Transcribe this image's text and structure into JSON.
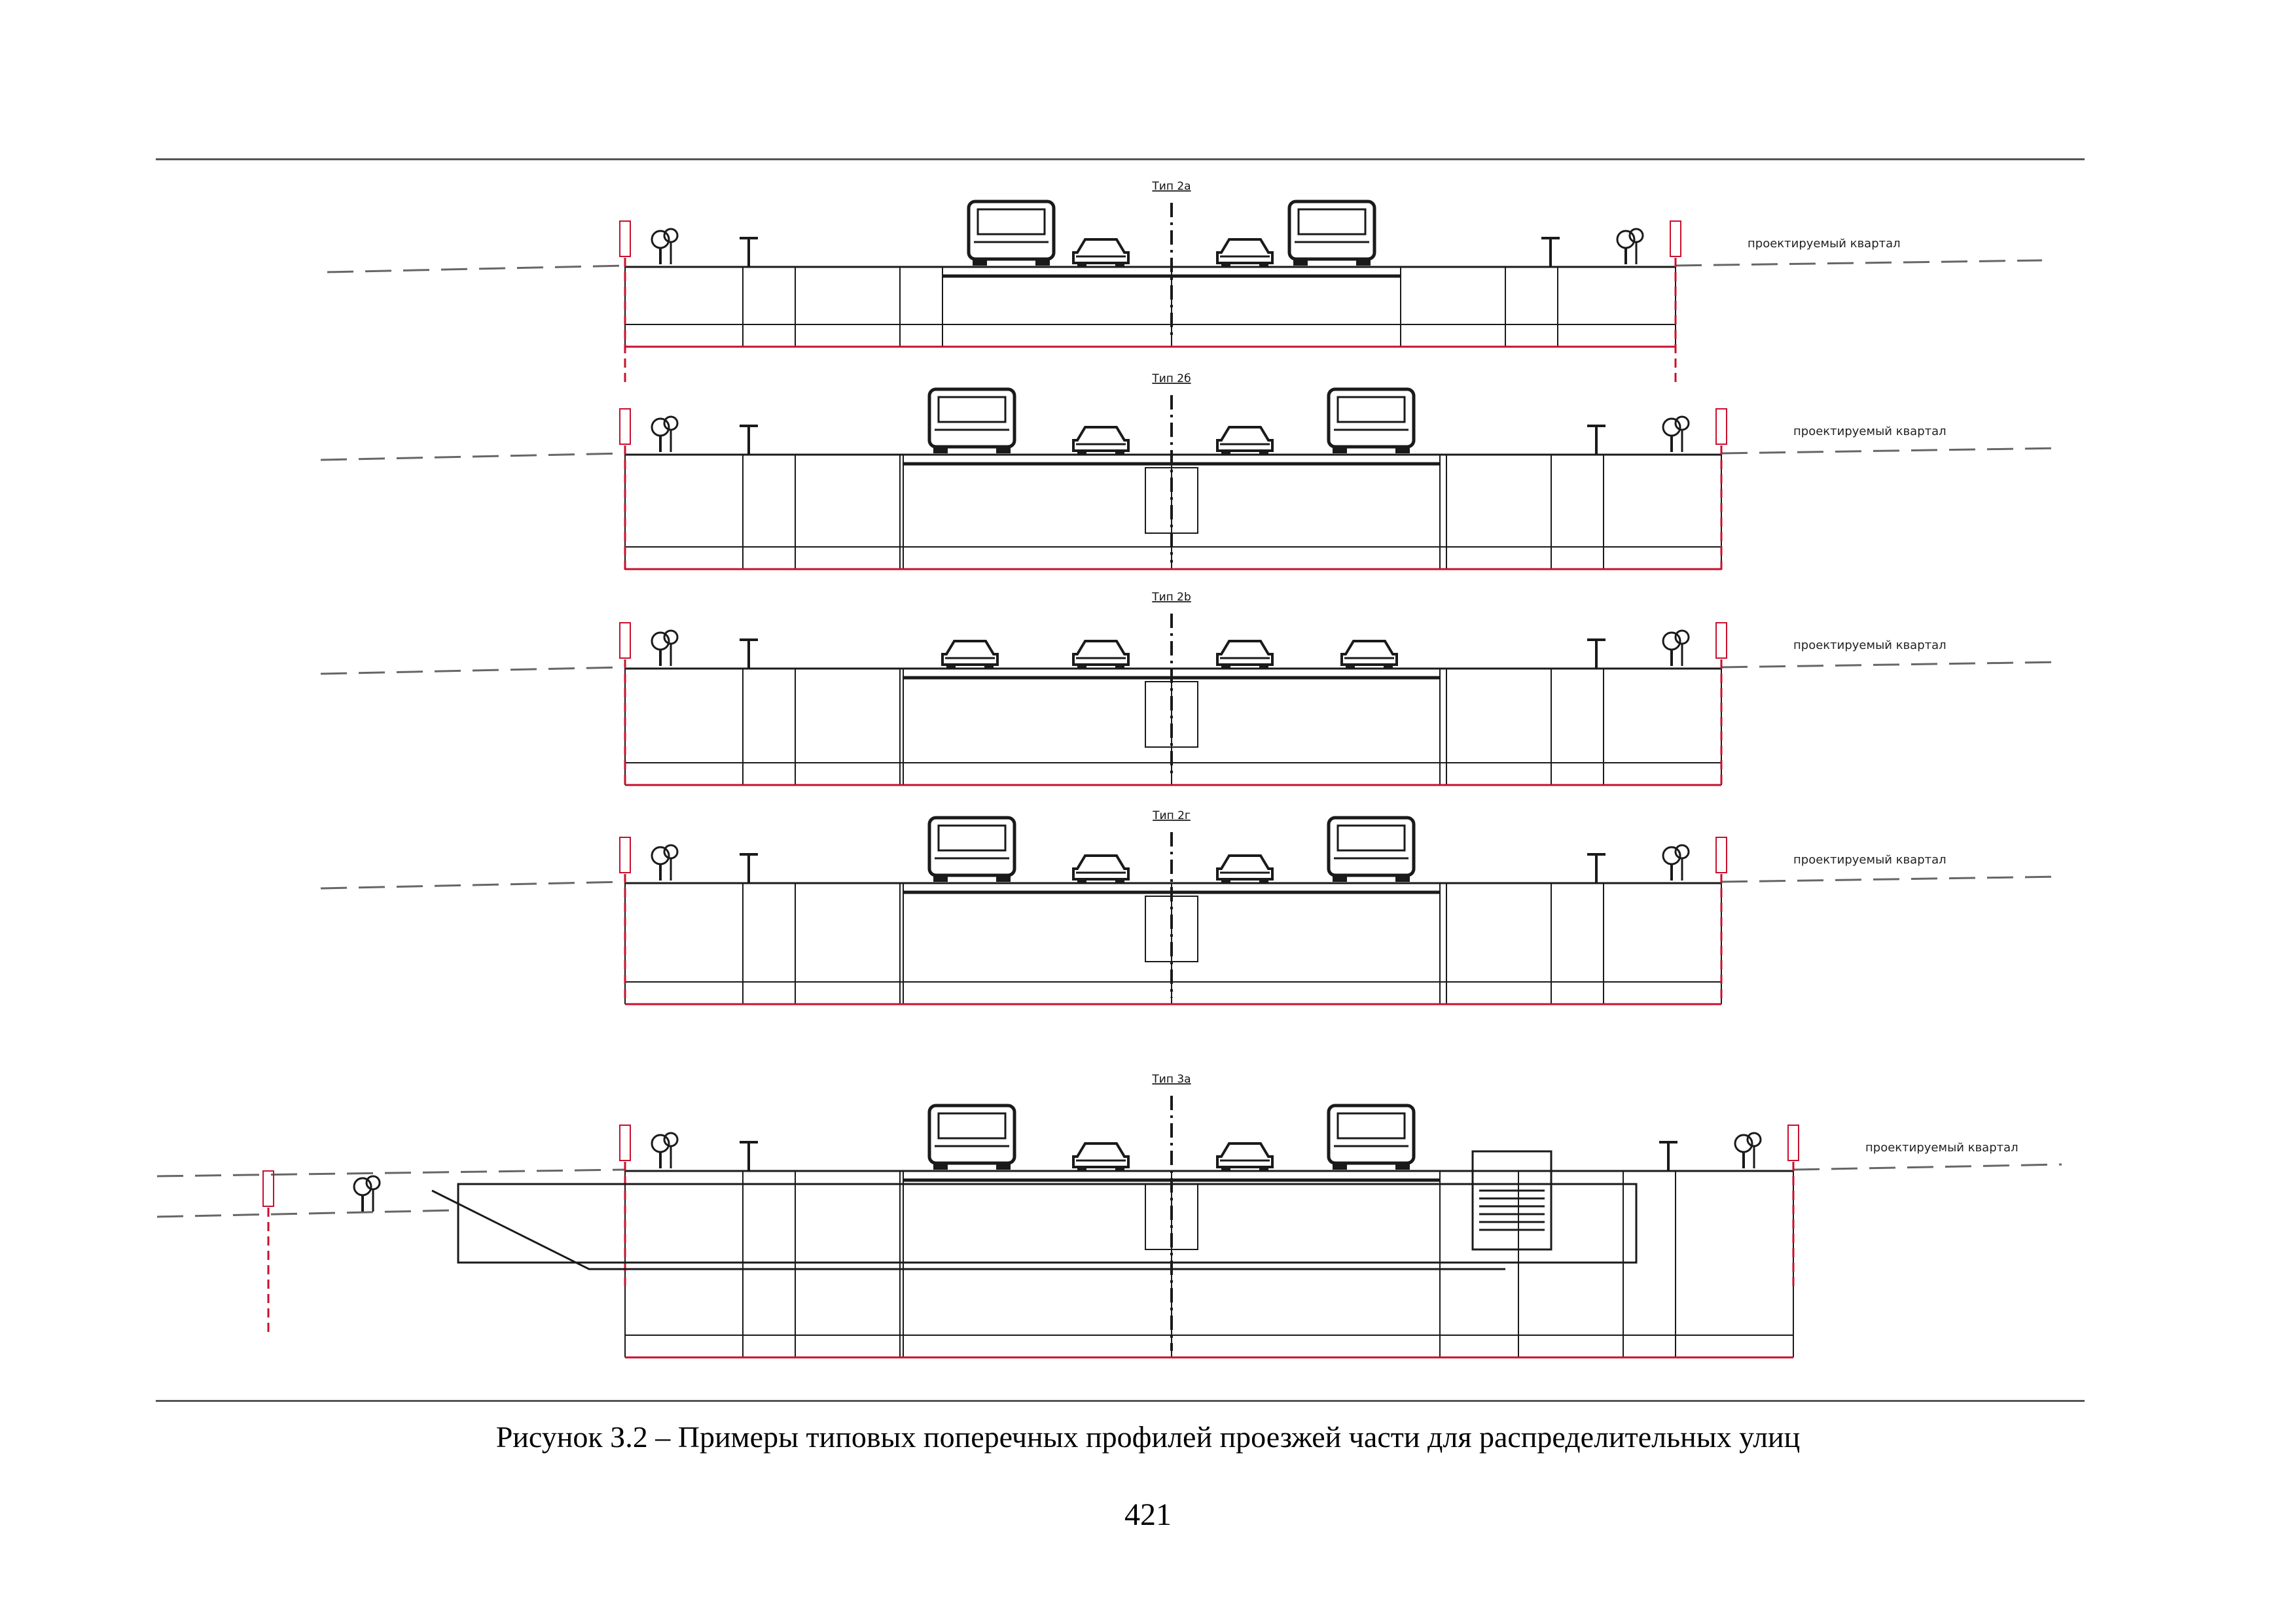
{
  "document": {
    "profiles": [
      {
        "title": "Тип 2а",
        "quarter_label": "проектируемый квартал",
        "median": false,
        "buses": true
      },
      {
        "title": "Тип 2б",
        "quarter_label": "проектируемый квартал",
        "median": true,
        "buses": true
      },
      {
        "title": "Тип 2b",
        "quarter_label": "проектируемый квартал",
        "median": true,
        "buses": false
      },
      {
        "title": "Тип 2г",
        "quarter_label": "проектируемый квартал",
        "median": true,
        "buses": true
      },
      {
        "title": "Тип 3а",
        "quarter_label": "проектируемый квартал",
        "median": true,
        "buses": true
      }
    ],
    "caption": "Рисунок З.2 – Примеры типовых поперечных профилей проезжей части для распределительных улиц",
    "page_number": "421"
  },
  "colors": {
    "red_line": "#c8102e",
    "ink": "#1a1a1a",
    "ground": "#666666"
  },
  "icons": [
    "bus-icon",
    "car-icon",
    "tree-icon",
    "lamp-icon",
    "red-line-marker-icon"
  ]
}
